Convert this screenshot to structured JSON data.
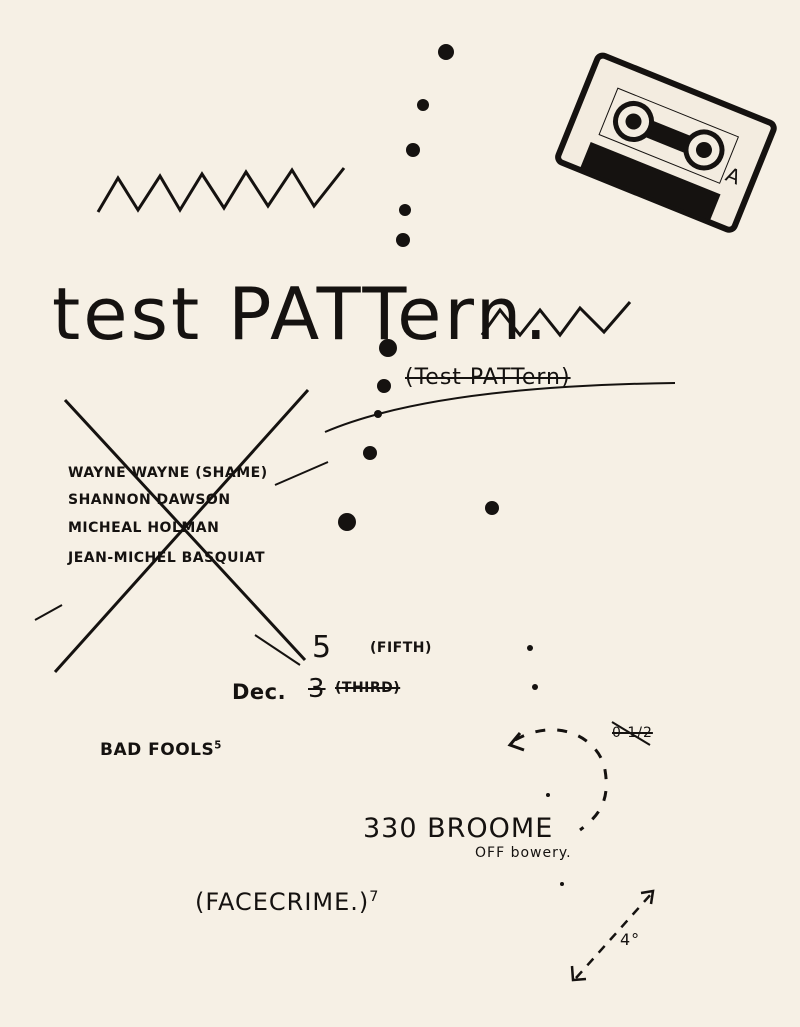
{
  "flyer": {
    "title": "test PATTern.",
    "subtitle": "(Test PATTern)",
    "names_crossed_out": [
      "WAYNE WAYNE (SHAME)",
      "SHANNON DAWSON",
      "MICHEAL HOLMAN",
      "JEAN-MICHEL BASQUIAT"
    ],
    "date": {
      "month": "Dec.",
      "day_new": "5",
      "day_new_word": "(FIFTH)",
      "day_old": "3",
      "day_old_word": "(THIRD)"
    },
    "band_1": "BAD FOOLS",
    "band_1_note": "5",
    "band_2": "(FACECRIME.)",
    "band_2_note": "7",
    "address": "330 BROOME",
    "address_note": "OFF bowery.",
    "map_label_struck": "0 1/2",
    "map_label_angle": "4°",
    "cassette_side": "A"
  },
  "colors": {
    "paper": "#f6f0e5",
    "ink": "#151210"
  }
}
